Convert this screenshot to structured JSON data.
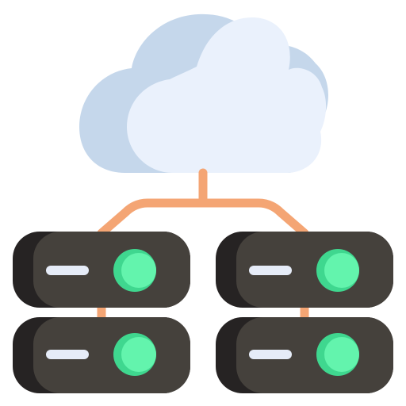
{
  "colors": {
    "background": "#ffffff",
    "cloud_light": "#eaf1fc",
    "cloud_shadow": "#c5d7eb",
    "connector": "#f4a574",
    "server_body": "#45413c",
    "server_side": "#262323",
    "slot": "#e6ecf8",
    "led_main": "#63f4ad",
    "led_shade": "#3fd78f"
  },
  "icon": {
    "name": "cloud-server-network-icon",
    "parts": [
      "cloud-icon",
      "connector-lines",
      "server-rack-left",
      "server-rack-right"
    ]
  }
}
